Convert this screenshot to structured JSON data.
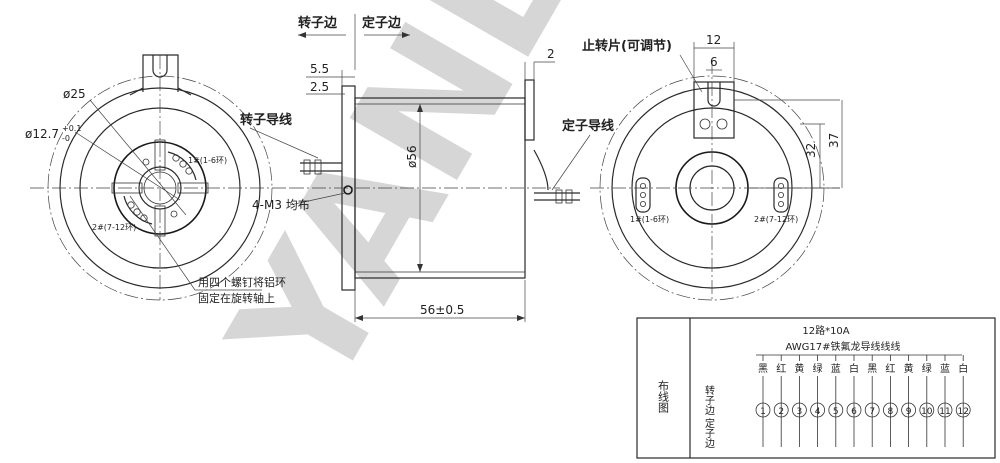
{
  "watermark": "YANL",
  "labels": {
    "rotor_side": "转子边",
    "stator_side": "定子边",
    "rotor_wire": "转子导线",
    "stator_wire": "定子导线",
    "stop_tab": "止转片(可调节)",
    "mount_screws": "4-M3 均布",
    "ring_group_1": "1#(1-6环)",
    "ring_group_2": "2#(7-12环)",
    "note_line1": "用四个螺钉将铝环",
    "note_line2": "固定在旋转轴上"
  },
  "dimensions": {
    "d25": "ø25",
    "d12_7": "ø12.7",
    "tol_upper": "+0.1",
    "tol_lower": "-0",
    "d56": "ø56",
    "len56": "56±0.5",
    "w5_5": "5.5",
    "w2_5": "2.5",
    "w2": "2",
    "w12": "12",
    "w6": "6",
    "h32": "32",
    "h37": "37"
  },
  "wiring": {
    "title": "布线图",
    "spec_line1": "12路*10A",
    "spec_line2": "AWG17#铁氟龙导线线线",
    "rotor_side": "转子边",
    "stator_side": "定子边",
    "colors": [
      "黑",
      "红",
      "黄",
      "绿",
      "蓝",
      "白",
      "黑",
      "红",
      "黄",
      "绿",
      "蓝",
      "白"
    ],
    "numbers": [
      "1",
      "2",
      "3",
      "4",
      "5",
      "6",
      "7",
      "8",
      "9",
      "10",
      "11",
      "12"
    ]
  }
}
